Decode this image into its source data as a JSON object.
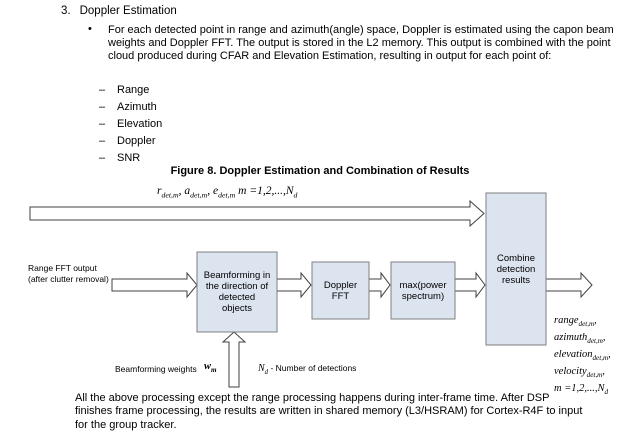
{
  "section": {
    "number": "3.",
    "title": "Doppler Estimation",
    "bullet_char": "•",
    "dash_char": "–",
    "bullet_text": "For each detected point in range and azimuth(angle) space, Doppler is estimated using the capon beam weights and Doppler FFT. The output is stored in the L2 memory. This output is combined with the point cloud produced during CFAR and Elevation Estimation, resulting in output for each point of:",
    "sub_items": [
      "Range",
      "Azimuth",
      "Elevation",
      "Doppler",
      "SNR"
    ]
  },
  "figure": {
    "caption": "Figure 8. Doppler Estimation and Combination of Results"
  },
  "diagram": {
    "colors": {
      "box_fill": "#dce4f0",
      "box_border": "#7f7f7f",
      "arrow_fill": "#ffffff",
      "arrow_stroke": "#404040"
    },
    "top_label": [
      {
        "t": "r",
        "s": "det,m"
      },
      {
        "t": ", "
      },
      {
        "t": "a",
        "s": "det,m"
      },
      {
        "t": ", "
      },
      {
        "t": "e",
        "s": "det,m"
      },
      {
        "t": "  m =1,2,...,N",
        "s": "d"
      }
    ],
    "input_label": {
      "line1": "Range FFT output",
      "line2": "(after clutter removal)"
    },
    "boxes": {
      "beamforming": {
        "lines": [
          "Beamforming in",
          "the direction of",
          "detected",
          "objects"
        ]
      },
      "doppler_fft": {
        "lines": [
          "Doppler",
          "FFT"
        ]
      },
      "max_power": {
        "lines": [
          "max(power",
          "spectrum)"
        ]
      },
      "combine": {
        "lines": [
          "Combine",
          "detection",
          "results"
        ]
      }
    },
    "beamforming_weights": {
      "label": "Beamforming weights",
      "symbol": [
        {
          "t": "w",
          "s": "m"
        }
      ]
    },
    "nd_note": {
      "symbol": [
        {
          "t": "N",
          "s": "d"
        }
      ],
      "text": "-  Number of detections"
    },
    "output_labels": [
      [
        {
          "t": "range",
          "s": "det,m"
        },
        {
          "t": ","
        }
      ],
      [
        {
          "t": "azimuth",
          "s": "det,m"
        },
        {
          "t": ","
        }
      ],
      [
        {
          "t": "elevation",
          "s": "det,m"
        },
        {
          "t": ","
        }
      ],
      [
        {
          "t": "velocity",
          "s": "det,m"
        },
        {
          "t": ","
        }
      ],
      [
        {
          "t": "m =1,2,...,N",
          "s": "d"
        }
      ]
    ]
  },
  "footer": {
    "paragraph": "All the above processing except the range processing happens during inter-frame time. After DSP finishes frame processing, the results are written in shared memory (L3/HSRAM) for Cortex-R4F to input for the group tracker."
  }
}
